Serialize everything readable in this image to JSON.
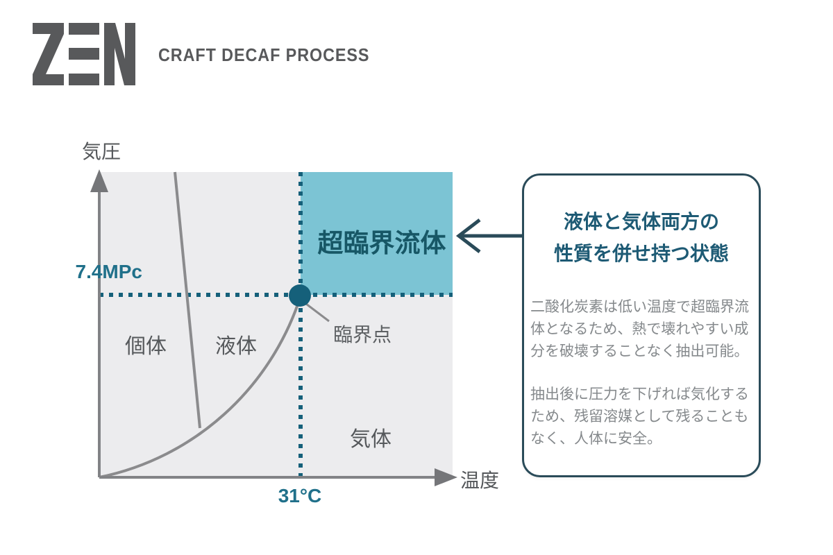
{
  "header": {
    "logo_text": "ZEN",
    "tagline": "CRAFT DECAF PROCESS"
  },
  "diagram": {
    "axis": {
      "y_label": "気圧",
      "x_label": "温度"
    },
    "pressure_tick": "7.4MPc",
    "temp_tick": "31°C",
    "regions": {
      "solid": "個体",
      "liquid": "液体",
      "gas": "気体",
      "supercritical": "超臨界流体"
    },
    "critical_point": "臨界点",
    "colors": {
      "supercritical_fill": "#7cc4d4",
      "dotted_line": "#15607a",
      "critical_dot": "#15607a",
      "plot_background": "#ececee",
      "axis_gray": "#828386",
      "tick_text": "#20708a",
      "supercritical_text": "#175766",
      "region_text": "#55585b"
    }
  },
  "callout": {
    "title_line1": "液体と気体両方の",
    "title_line2": "性質を併せ持つ状態",
    "paragraph1": "二酸化炭素は低い温度で超臨界流体となるため、熱で壊れやすい成分を破壊することなく抽出可能。",
    "paragraph2": "抽出後に圧力を下げれば気化するため、残留溶媒として残ることもなく、人体に安全。",
    "border_color": "#2a4b59",
    "title_color": "#1d5a74",
    "body_color": "#85898c"
  }
}
